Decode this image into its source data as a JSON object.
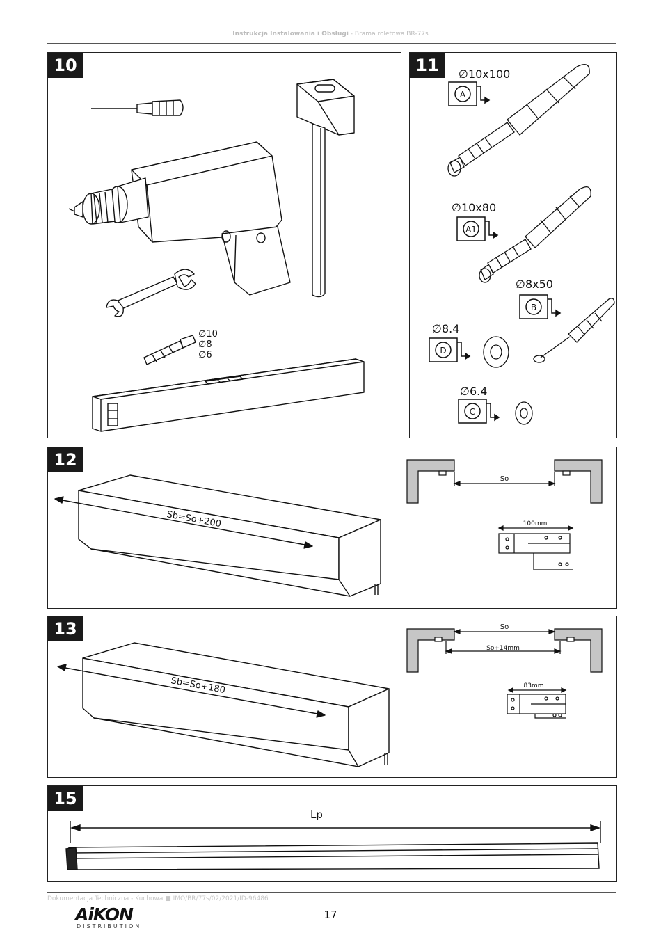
{
  "header": {
    "title_bold": "Instrukcja Instalowania i Obsługi",
    "title_rest": " - Brama roletowa BR-77s"
  },
  "panels": {
    "p10": {
      "number": "10",
      "drill_bits": [
        "∅10",
        "∅8",
        "∅6"
      ]
    },
    "p11": {
      "number": "11",
      "items": [
        {
          "code": "A",
          "size": "∅10x100"
        },
        {
          "code": "A1",
          "size": "∅10x80"
        },
        {
          "code": "B",
          "size": "∅8x50"
        },
        {
          "code": "D",
          "size": "∅8.4"
        },
        {
          "code": "C",
          "size": "∅6.4"
        }
      ]
    },
    "p12": {
      "number": "12",
      "formula": "Sb=So+200",
      "opening_label": "So",
      "profile_width": "100mm"
    },
    "p13": {
      "number": "13",
      "formula": "Sb=So+180",
      "opening_label": "So",
      "opening_plus": "So+14mm",
      "profile_width": "83mm"
    },
    "p15": {
      "number": "15",
      "length_label": "Lp"
    }
  },
  "footer": {
    "doc_ref": "Dokumentacja Techniczna - Kuchowa ■ IMO/BR/77s/02/2021/ID-96486",
    "page": "17"
  },
  "logo": {
    "brand": "AiKON",
    "subtitle": "DISTRIBUTION"
  },
  "colors": {
    "panel_label_bg": "#1a1a1a",
    "wall_gray": "#c6c6c6"
  }
}
